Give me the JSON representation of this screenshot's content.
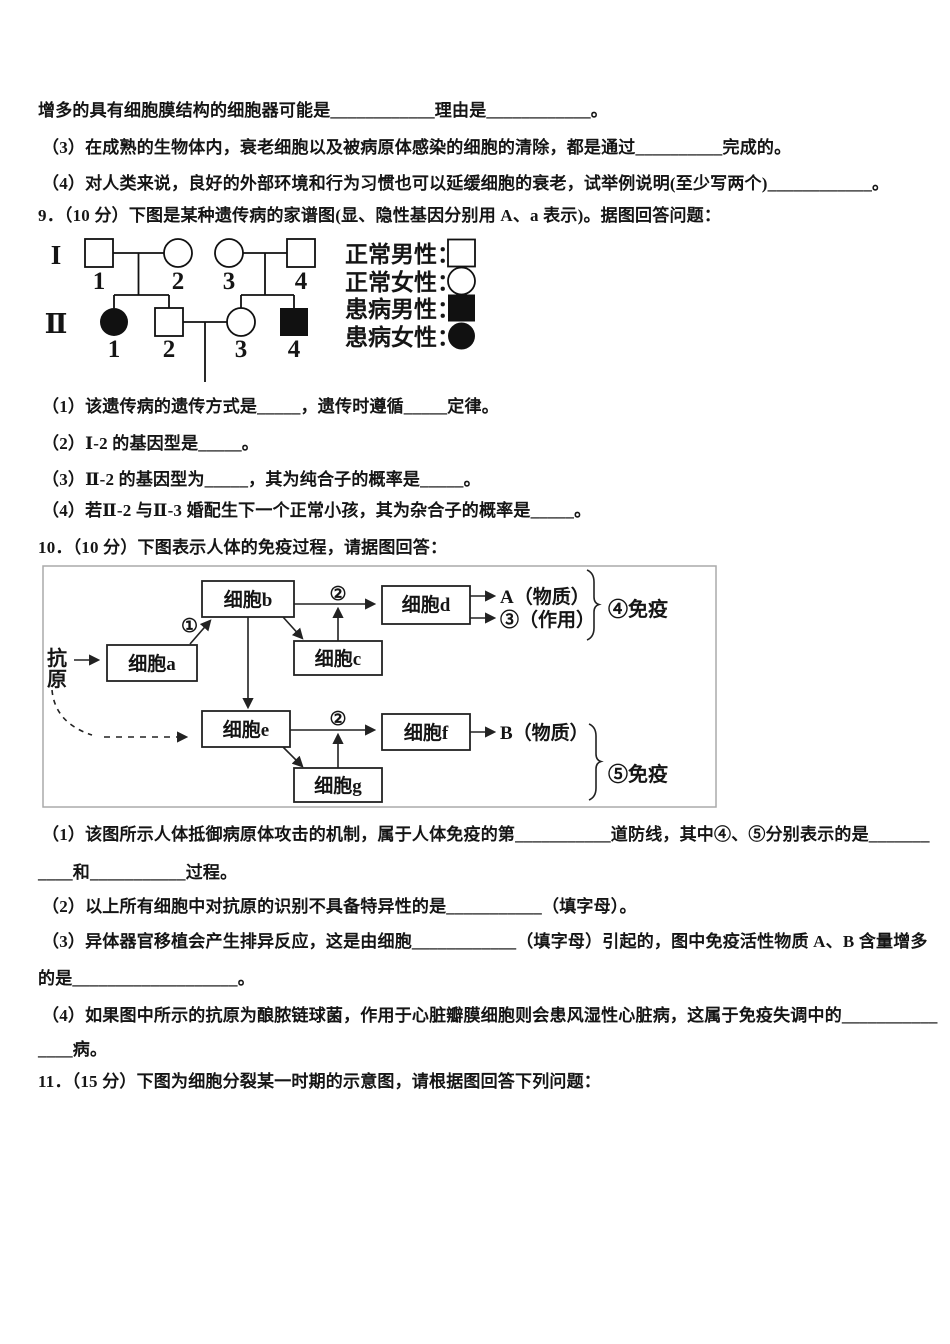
{
  "q8": {
    "line1": "增多的具有细胞膜结构的细胞器可能是____________理由是____________。",
    "line2": "（3）在成熟的生物体内，衰老细胞以及被病原体感染的细胞的清除，都是通过__________完成的。",
    "line3": "（4）对人类来说，良好的外部环境和行为习惯也可以延缓细胞的衰老，试举例说明(至少写两个)____________。"
  },
  "q9": {
    "stem": "9．（10 分）下图是某种遗传病的家谱图(显、隐性基因分别用 A、a 表示)。据图回答问题：",
    "pedigree": {
      "gen1_label": "I",
      "gen2_label": "Ⅱ",
      "gen1_numbers": [
        "1",
        "2",
        "3",
        "4"
      ],
      "gen2_numbers": [
        "1",
        "2",
        "3",
        "4"
      ],
      "legend": [
        {
          "label": "正常男性：",
          "symbol": "empty-square"
        },
        {
          "label": "正常女性：",
          "symbol": "empty-circle"
        },
        {
          "label": "患病男性：",
          "symbol": "filled-square"
        },
        {
          "label": "患病女性：",
          "symbol": "filled-circle"
        }
      ]
    },
    "sub1": "（1）该遗传病的遗传方式是_____，遗传时遵循_____定律。",
    "sub2": "（2）Ⅰ-2 的基因型是_____。",
    "sub3": "（3）Ⅱ-2 的基因型为_____，其为纯合子的概率是_____。",
    "sub4": "（4）若Ⅱ-2 与Ⅱ-3 婚配生下一个正常小孩，其为杂合子的概率是_____。"
  },
  "q10": {
    "stem": "10．（10 分）下图表示人体的免疫过程，请据图回答：",
    "diagram": {
      "antigen_char1": "抗",
      "antigen_char2": "原",
      "cell_a": "细胞a",
      "cell_b": "细胞b",
      "cell_c": "细胞c",
      "cell_d": "细胞d",
      "cell_e": "细胞e",
      "cell_f": "细胞f",
      "cell_g": "细胞g",
      "num1": "①",
      "num2": "②",
      "a_label": "A（物质）",
      "n3_label": "③（作用）",
      "immunity4": "④免疫",
      "b_label": "B（物质）",
      "immunity5": "⑤免疫"
    },
    "sub1a": "（1）该图所示人体抵御病原体攻击的机制，属于人体免疫的第___________道防线，其中④、⑤分别表示的是_______",
    "sub1b": "____和___________过程。",
    "sub2": "（2）以上所有细胞中对抗原的识别不具备特异性的是___________（填字母）。",
    "sub3a": "（3）异体器官移植会产生排异反应，这是由细胞____________（填字母）引起的，图中免疫活性物质 A、B 含量增多",
    "sub3b": "的是___________________。",
    "sub4a": "（4）如果图中所示的抗原为酿脓链球菌，作用于心脏瓣膜细胞则会患风湿性心脏病，这属于免疫失调中的___________",
    "sub4b": "____病。"
  },
  "q11": {
    "stem": "11．（15 分）下图为细胞分裂某一时期的示意图，请根据图回答下列问题："
  }
}
